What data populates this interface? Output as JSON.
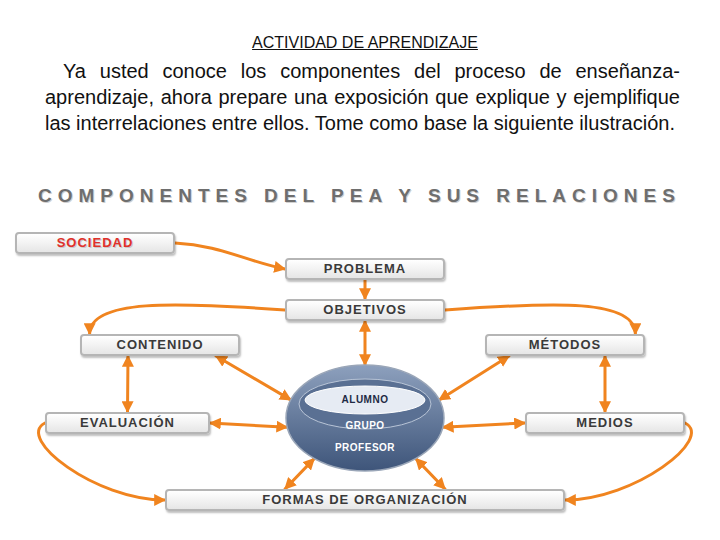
{
  "diagram": {
    "title": "ACTIVIDAD DE APRENDIZAJE",
    "nodes": [
      {
        "text": [
          "SOCIEDAD"
        ]
      },
      {
        "text": [
          "PROBLEMA"
        ]
      },
      {
        "text": [
          "OBJETIVOS"
        ]
      },
      {
        "text": [
          "CONTENIDO"
        ]
      },
      {
        "text": [
          "MÉTODOS"
        ]
      },
      {
        "text": [
          "ALUMNO",
          "GRUPO",
          "PROFESOR"
        ]
      },
      {
        "text": [
          "EVALUACIÓN"
        ]
      },
      {
        "text": [
          "MEDIOS"
        ]
      },
      {
        "text": [
          "FORMAS DE ORGANIZACIÓN"
        ]
      }
    ],
    "edges": [
      {
        "from": 0,
        "to": 1,
        "arrow": "to"
      },
      {
        "from": 1,
        "to": 2,
        "arrow": "to"
      },
      {
        "from": 2,
        "to": 3,
        "arrow": "to"
      },
      {
        "from": 2,
        "to": 4,
        "arrow": "to"
      },
      {
        "from": 3,
        "to": 6,
        "arrow": "both"
      },
      {
        "from": 4,
        "to": 7,
        "arrow": "both"
      },
      {
        "from": 6,
        "to": 8,
        "arrow": "to"
      },
      {
        "from": 7,
        "to": 8,
        "arrow": "to"
      },
      {
        "from": 5,
        "to": 2,
        "arrow": "both"
      },
      {
        "from": 5,
        "to": 3,
        "arrow": "both"
      },
      {
        "from": 5,
        "to": 4,
        "arrow": "both"
      },
      {
        "from": 5,
        "to": 6,
        "arrow": "both"
      },
      {
        "from": 5,
        "to": 7,
        "arrow": "both"
      },
      {
        "from": 5,
        "to": 8,
        "arrow": "both"
      },
      {
        "from": 5,
        "to": 8,
        "arrow": "both"
      }
    ],
    "labels": [
      "Ya usted conoce los componentes del proceso de enseñanza-aprendizaje, ahora prepare una exposición que explique y ejemplifique las interrelaciones entre ellos. Tome como base la siguiente ilustración.",
      "COMPONENTES DEL PEA Y SUS RELACIONES"
    ]
  }
}
